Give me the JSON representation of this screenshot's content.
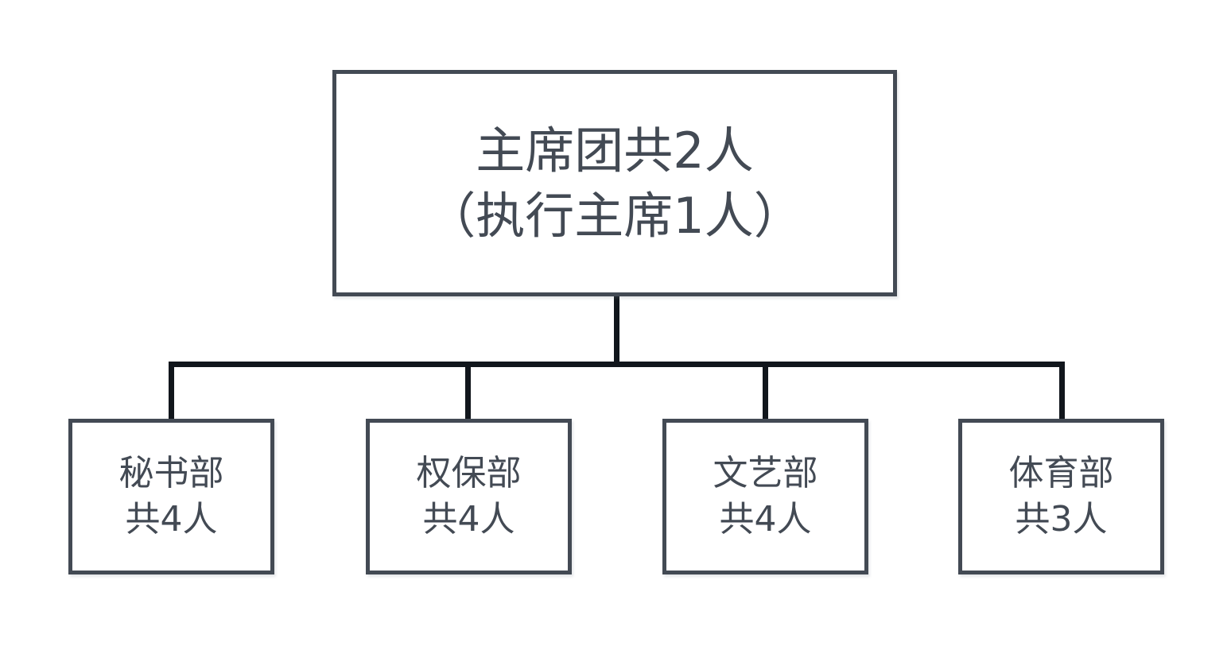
{
  "diagram": {
    "type": "organization-chart",
    "title": "",
    "background_color": "#ffffff",
    "box_border_color": "#434a54",
    "box_fill_color": "#ffffff",
    "text_color": "#434a54",
    "connector_color": "#11161c",
    "root": {
      "line1": "主席团共2人",
      "line2": "（执行主席1人）"
    },
    "children": [
      {
        "line1": "秘书部",
        "line2": "共4人"
      },
      {
        "line1": "权保部",
        "line2": "共4人"
      },
      {
        "line1": "文艺部",
        "line2": "共4人"
      },
      {
        "line1": "体育部",
        "line2": "共3人"
      }
    ]
  }
}
